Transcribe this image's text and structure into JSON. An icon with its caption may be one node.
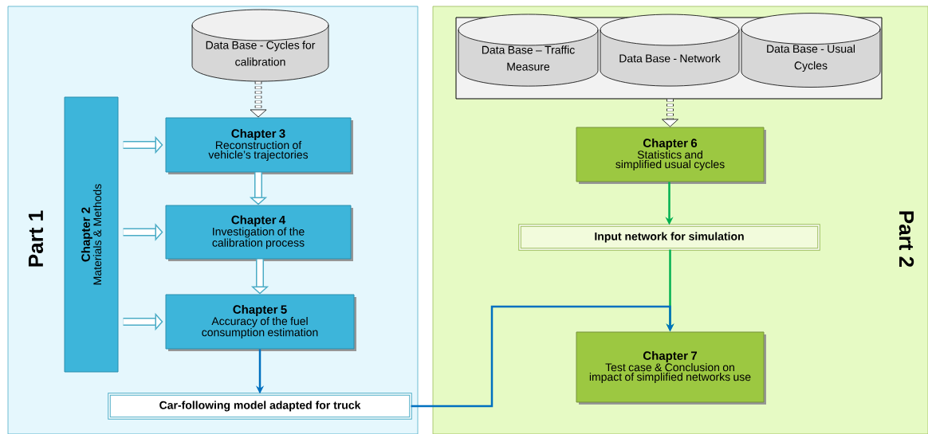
{
  "diagram": {
    "nodes": [
      {
        "text": [
          "Part 1"
        ]
      },
      {
        "text": [
          "Data Base - Cycles for calibration"
        ],
        "in": 0
      },
      {
        "text": [
          "Chapter 2",
          "Materials & Methods"
        ],
        "in": 0
      },
      {
        "text": [
          "Chapter 3",
          "Reconstruction of vehicle’s trajectories"
        ],
        "in": 0
      },
      {
        "text": [
          "Chapter 4",
          "Investigation of the calibration process"
        ],
        "in": 0
      },
      {
        "text": [
          "Chapter 5",
          "Accuracy of the fuel consumption estimation"
        ],
        "in": 0
      },
      {
        "text": [
          "Car-following model adapted for truck"
        ],
        "in": 0
      },
      {
        "text": [
          "Part 2"
        ]
      },
      {
        "text": [],
        "shape": "box",
        "in": 7
      },
      {
        "text": [
          "Data Base – Traffic Measure"
        ],
        "in": 8
      },
      {
        "text": [
          "Data Base - Network"
        ],
        "in": 8
      },
      {
        "text": [
          "Data Base - Usual Cycles"
        ],
        "in": 8
      },
      {
        "text": [
          "Chapter 6",
          "Statistics and simplified usual cycles"
        ],
        "in": 7
      },
      {
        "text": [
          "Input network for simulation"
        ],
        "in": 7
      },
      {
        "text": [
          "Chapter 7",
          "Test case & Conclusion on impact of simplified networks use"
        ],
        "in": 7
      }
    ],
    "edges": [
      {
        "from": 1,
        "to": 3,
        "arrow": "to",
        "style": "dashed",
        "color": "#000000"
      },
      {
        "from": 2,
        "to": 3,
        "arrow": "to"
      },
      {
        "from": 2,
        "to": 4,
        "arrow": "to"
      },
      {
        "from": 2,
        "to": 5,
        "arrow": "to"
      },
      {
        "from": 3,
        "to": 4,
        "arrow": "to"
      },
      {
        "from": 4,
        "to": 5,
        "arrow": "to"
      },
      {
        "from": 5,
        "to": 6,
        "arrow": "to",
        "color": "#0070c0"
      },
      {
        "from": 8,
        "to": 12,
        "arrow": "to",
        "style": "dashed",
        "color": "#000000"
      },
      {
        "from": 12,
        "to": 13,
        "arrow": "to",
        "color": "#00b050"
      },
      {
        "from": 13,
        "to": 14,
        "arrow": "to",
        "color": "#00b050"
      },
      {
        "from": 6,
        "to": 14,
        "arrow": "to",
        "color": "#0070c0"
      }
    ]
  }
}
